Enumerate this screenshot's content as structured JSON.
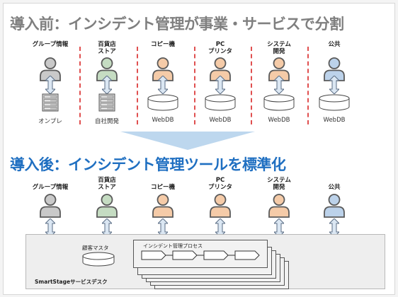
{
  "before": {
    "title": "導入前：インシデント管理が事業・サービスで分割",
    "columns": [
      {
        "label": "グループ情報",
        "system": "server",
        "bottom": "オンプレ"
      },
      {
        "label": "百貨店\nストア",
        "system": "server",
        "bottom": "自社開発"
      },
      {
        "label": "コピー機",
        "system": "database",
        "bottom": "WebDB"
      },
      {
        "label": "PC\nプリンタ",
        "system": "database",
        "bottom": "WebDB"
      },
      {
        "label": "システム\n開発",
        "system": "database",
        "bottom": "WebDB"
      },
      {
        "label": "公共",
        "system": "database",
        "bottom": "WebDB"
      }
    ]
  },
  "after": {
    "title": "導入後：インシデント管理ツールを標準化",
    "columns": [
      {
        "label": "グループ情報"
      },
      {
        "label": "百貨店\nストア"
      },
      {
        "label": "コピー機"
      },
      {
        "label": "PC\nプリンタ"
      },
      {
        "label": "システム\n開発"
      },
      {
        "label": "公共"
      }
    ],
    "platform": {
      "label": "SmartStageサービスデスク",
      "customer_master_label": "顧客マスタ",
      "process_label": "インシデント管理プロセス",
      "process_steps": 4
    }
  },
  "colors": {
    "persons": [
      "#c9c9c9",
      "#c5dcc2",
      "#f5cba8",
      "#f5cba8",
      "#f5cba8",
      "#bcd2ea"
    ],
    "separator": "#e05050",
    "before_title": "#7f7f7f",
    "after_title": "#1f6fc1",
    "arrow_fill": "#dbe7f3",
    "arrow_stroke": "#5b6d84",
    "transition_arrow": "#bdd7ee"
  },
  "icons": {
    "person": "person-icon",
    "server": "server-icon",
    "database": "database-icon",
    "bidirectional_arrow": "bidirectional-arrow-icon",
    "transition_arrow": "down-arrow-icon",
    "process_step": "chevron-step-icon"
  }
}
